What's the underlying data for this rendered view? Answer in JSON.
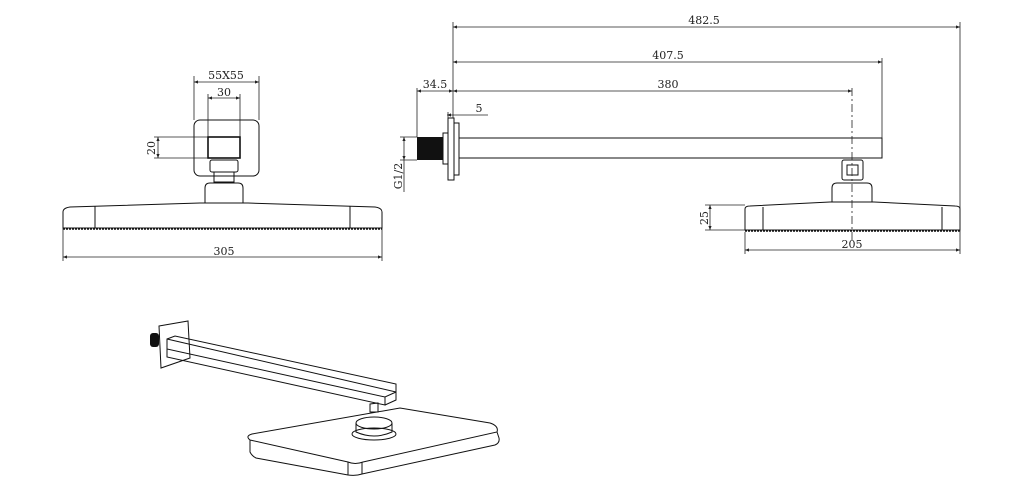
{
  "front_view": {
    "plate_size": "55X55",
    "inner_width": "30",
    "inner_height": "20",
    "head_width": "305"
  },
  "side_view": {
    "total_projection": "482.5",
    "arm_to_head_edge": "407.5",
    "arm_to_center": "380",
    "thread_length": "34.5",
    "plate_thickness": "5",
    "thread_spec": "G1/2",
    "head_height": "25",
    "head_depth": "205"
  },
  "colors": {
    "line": "#111111",
    "background": "#ffffff"
  }
}
